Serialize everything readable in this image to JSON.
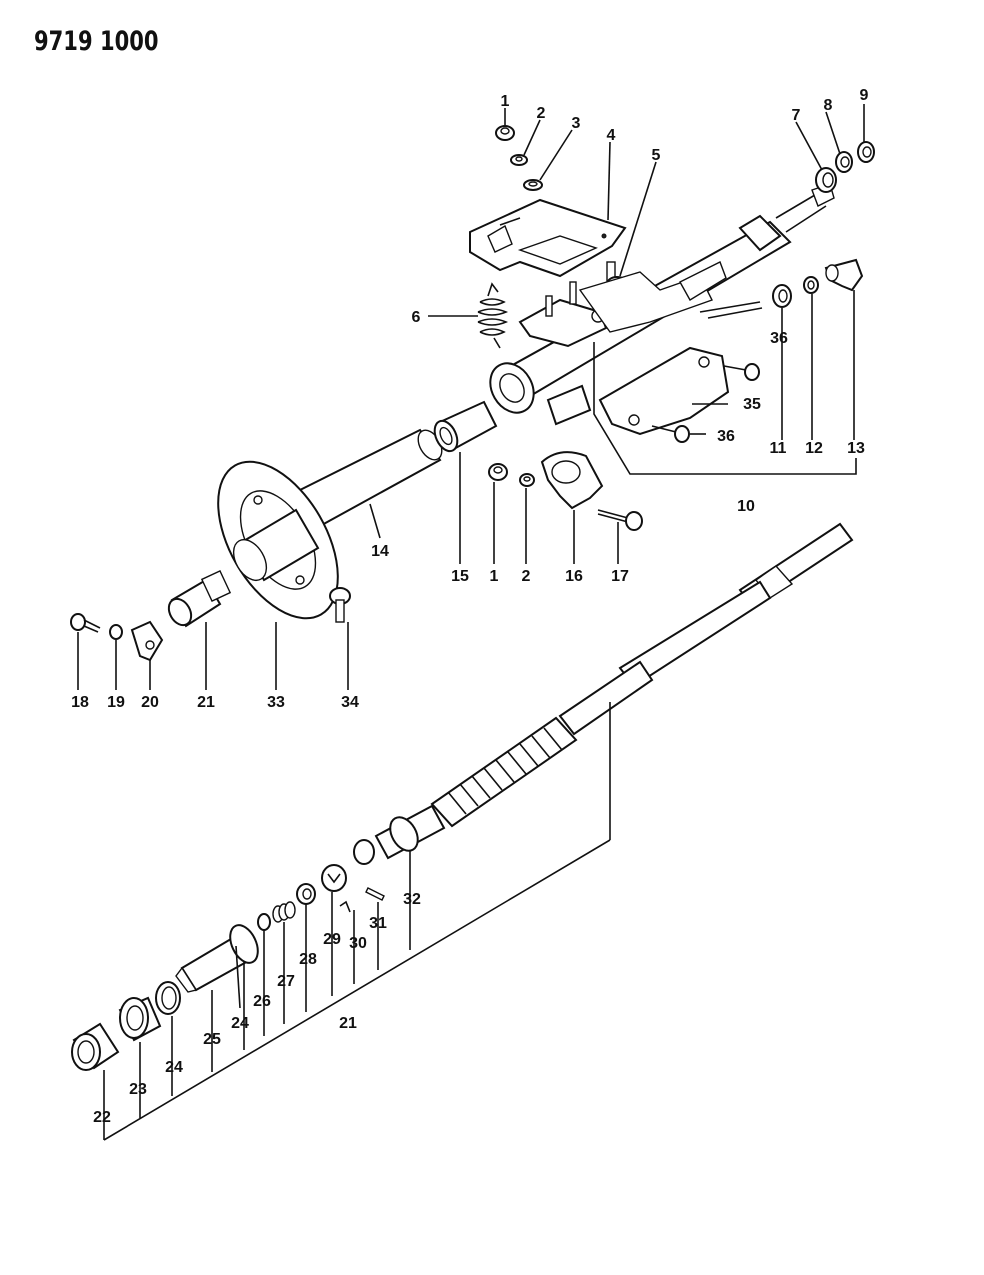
{
  "document_code": "9719 1000",
  "callouts": [
    {
      "id": "c1a",
      "label": "1"
    },
    {
      "id": "c2a",
      "label": "2"
    },
    {
      "id": "c3",
      "label": "3"
    },
    {
      "id": "c4",
      "label": "4"
    },
    {
      "id": "c5",
      "label": "5"
    },
    {
      "id": "c6",
      "label": "6"
    },
    {
      "id": "c7",
      "label": "7"
    },
    {
      "id": "c8",
      "label": "8"
    },
    {
      "id": "c9",
      "label": "9"
    },
    {
      "id": "c36a",
      "label": "36"
    },
    {
      "id": "c35",
      "label": "35"
    },
    {
      "id": "c36b",
      "label": "36"
    },
    {
      "id": "c11",
      "label": "11"
    },
    {
      "id": "c12",
      "label": "12"
    },
    {
      "id": "c13",
      "label": "13"
    },
    {
      "id": "c10",
      "label": "10"
    },
    {
      "id": "c14",
      "label": "14"
    },
    {
      "id": "c15",
      "label": "15"
    },
    {
      "id": "c1b",
      "label": "1"
    },
    {
      "id": "c2b",
      "label": "2"
    },
    {
      "id": "c16",
      "label": "16"
    },
    {
      "id": "c17",
      "label": "17"
    },
    {
      "id": "c18",
      "label": "18"
    },
    {
      "id": "c19",
      "label": "19"
    },
    {
      "id": "c20",
      "label": "20"
    },
    {
      "id": "c21a",
      "label": "21"
    },
    {
      "id": "c33",
      "label": "33"
    },
    {
      "id": "c34",
      "label": "34"
    },
    {
      "id": "c32",
      "label": "32"
    },
    {
      "id": "c31",
      "label": "31"
    },
    {
      "id": "c29",
      "label": "29"
    },
    {
      "id": "c30",
      "label": "30"
    },
    {
      "id": "c28",
      "label": "28"
    },
    {
      "id": "c27",
      "label": "27"
    },
    {
      "id": "c26",
      "label": "26"
    },
    {
      "id": "c24a",
      "label": "24"
    },
    {
      "id": "c25",
      "label": "25"
    },
    {
      "id": "c21b",
      "label": "21"
    },
    {
      "id": "c24b",
      "label": "24"
    },
    {
      "id": "c23",
      "label": "23"
    },
    {
      "id": "c22",
      "label": "22"
    }
  ]
}
